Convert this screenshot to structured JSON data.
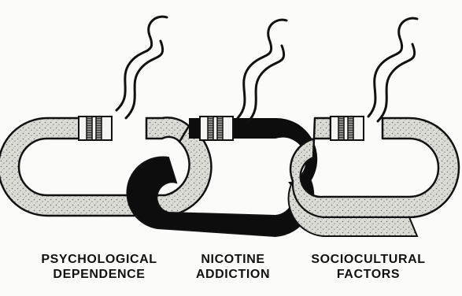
{
  "labels": {
    "psychological": {
      "line1": "PSYCHOLOGICAL",
      "line2": "DEPENDENCE"
    },
    "nicotine": {
      "line1": "NICOTINE",
      "line2": "ADDICTION"
    },
    "sociocultural": {
      "line1": "SOCIOCULTURAL",
      "line2": "FACTORS"
    }
  },
  "colors": {
    "ink": "#111111",
    "stipple_fill": "#d9d9d4",
    "black_link": "#0d0d0d",
    "background": "#fbfbfa"
  },
  "icons": {
    "link_left": "stippled-chain-link-icon",
    "link_middle": "black-chain-link-icon",
    "link_right": "stippled-chain-link-icon",
    "cigarette": "cigarette-icon",
    "smoke": "smoke-plume-icon"
  }
}
